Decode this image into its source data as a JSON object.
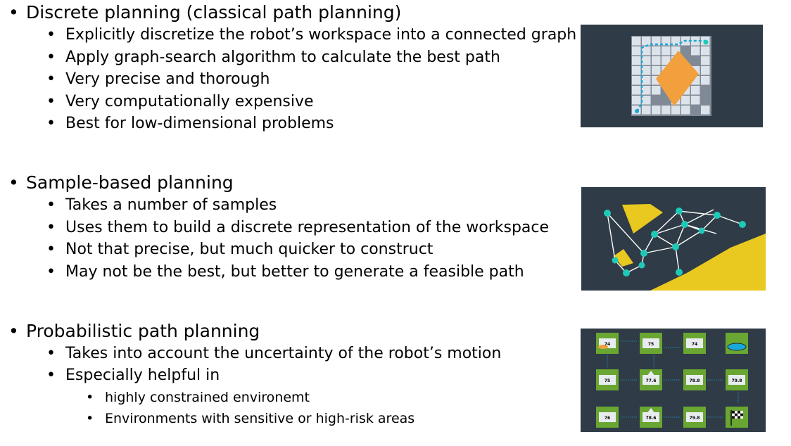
{
  "sections": [
    {
      "heading": "Discrete planning (classical path planning)",
      "bullets": [
        "Explicitly discretize the robot’s workspace into a connected graph",
        "Apply graph-search algorithm to calculate the best path",
        "Very precise and thorough",
        "Very computationally expensive",
        "Best for low-dimensional problems"
      ]
    },
    {
      "heading": "Sample-based planning",
      "bullets": [
        "Takes a number of samples",
        "Uses them to build a discrete representation of the workspace",
        "Not that precise, but much quicker to construct",
        "May not be the best, but better to generate a feasible path"
      ]
    },
    {
      "heading": "Probabilistic path planning",
      "bullets": [
        "Takes into account the uncertainty of the robot’s motion",
        "Especially helpful in"
      ],
      "subbullets": [
        "highly constrained environemt",
        "Environments with sensitive or high-risk areas"
      ]
    }
  ],
  "bullet_symbol": "•",
  "grid_values": [
    "74",
    "75",
    "74",
    "75",
    "77.6",
    "78.8",
    "79.8",
    "76",
    "78.6",
    "79.8"
  ],
  "colors": {
    "panel_bg": "#2f3b46",
    "grid_cell": "#dde3ea",
    "grid_dark": "#7f8a96",
    "obstacle_orange": "#f2a03d",
    "path_cyan": "#1aa8d8",
    "obstacle_yellow": "#e9c81f",
    "node_teal": "#1fc9b8",
    "tile_green": "#6aa632"
  }
}
